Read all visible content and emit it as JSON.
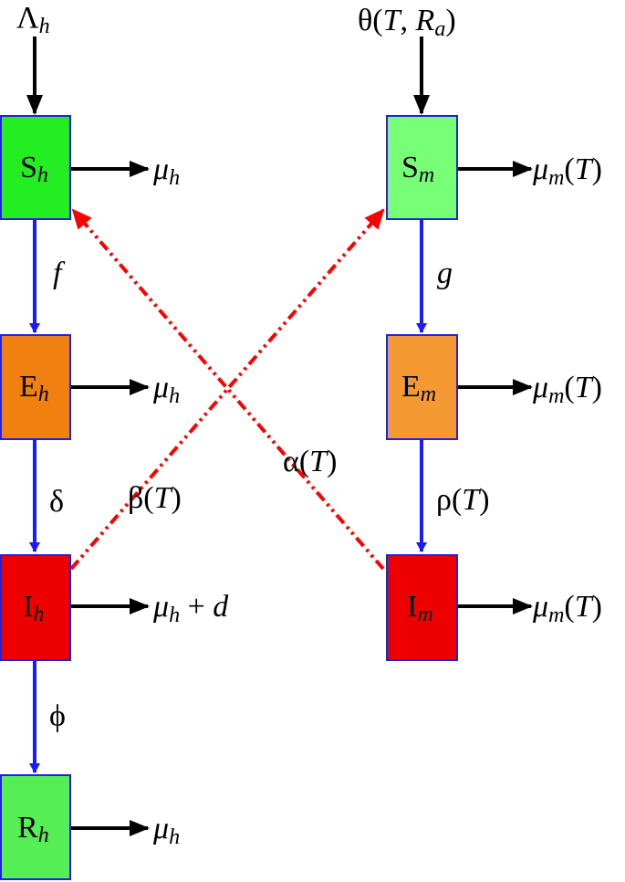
{
  "colors": {
    "box_border": "#2222dd",
    "flow_arrow": "#1a1aff",
    "loss_arrow": "#000000",
    "cross_arrow": "#ff0000",
    "Sh": "#22ee22",
    "Eh": "#f08010",
    "Ih": "#ee0000",
    "Rh": "#55ee55",
    "Sm": "#77ff77",
    "Em": "#f59a33",
    "Im": "#ee0000"
  },
  "boxes": {
    "Sh": {
      "main": "S",
      "sub": "h"
    },
    "Eh": {
      "main": "E",
      "sub": "h"
    },
    "Ih": {
      "main": "I",
      "sub": "h"
    },
    "Rh": {
      "main": "R",
      "sub": "h"
    },
    "Sm": {
      "main": "S",
      "sub": "m"
    },
    "Em": {
      "main": "E",
      "sub": "m"
    },
    "Im": {
      "main": "I",
      "sub": "m"
    }
  },
  "inputs": {
    "human": {
      "main": "Λ",
      "sub": "h"
    },
    "mosquito": {
      "prefix": "θ(",
      "T": "T",
      "comma": ", ",
      "R": "R",
      "sub": "a",
      "suffix": ")"
    }
  },
  "losses": {
    "Sh": {
      "mu": "μ",
      "sub": "h",
      "tail": ""
    },
    "Eh": {
      "mu": "μ",
      "sub": "h",
      "tail": ""
    },
    "Ih": {
      "mu": "μ",
      "sub": "h",
      "tail_plus": " + ",
      "tail_d": "d"
    },
    "Rh": {
      "mu": "μ",
      "sub": "h",
      "tail": ""
    },
    "Sm": {
      "mu": "μ",
      "sub": "m",
      "open": "(",
      "T": "T",
      "close": ")"
    },
    "Em": {
      "mu": "μ",
      "sub": "m",
      "open": "(",
      "T": "T",
      "close": ")"
    },
    "Im": {
      "mu": "μ",
      "sub": "m",
      "open": "(",
      "T": "T",
      "close": ")"
    }
  },
  "transitions": {
    "f": "f",
    "delta": "δ",
    "phi": "ϕ",
    "g": "g",
    "rho": {
      "sym": "ρ(",
      "T": "T",
      "close": ")"
    },
    "beta": {
      "sym": "β(",
      "T": "T",
      "close": ")"
    },
    "alpha": {
      "sym": "α(",
      "T": "T",
      "close": ")"
    }
  }
}
